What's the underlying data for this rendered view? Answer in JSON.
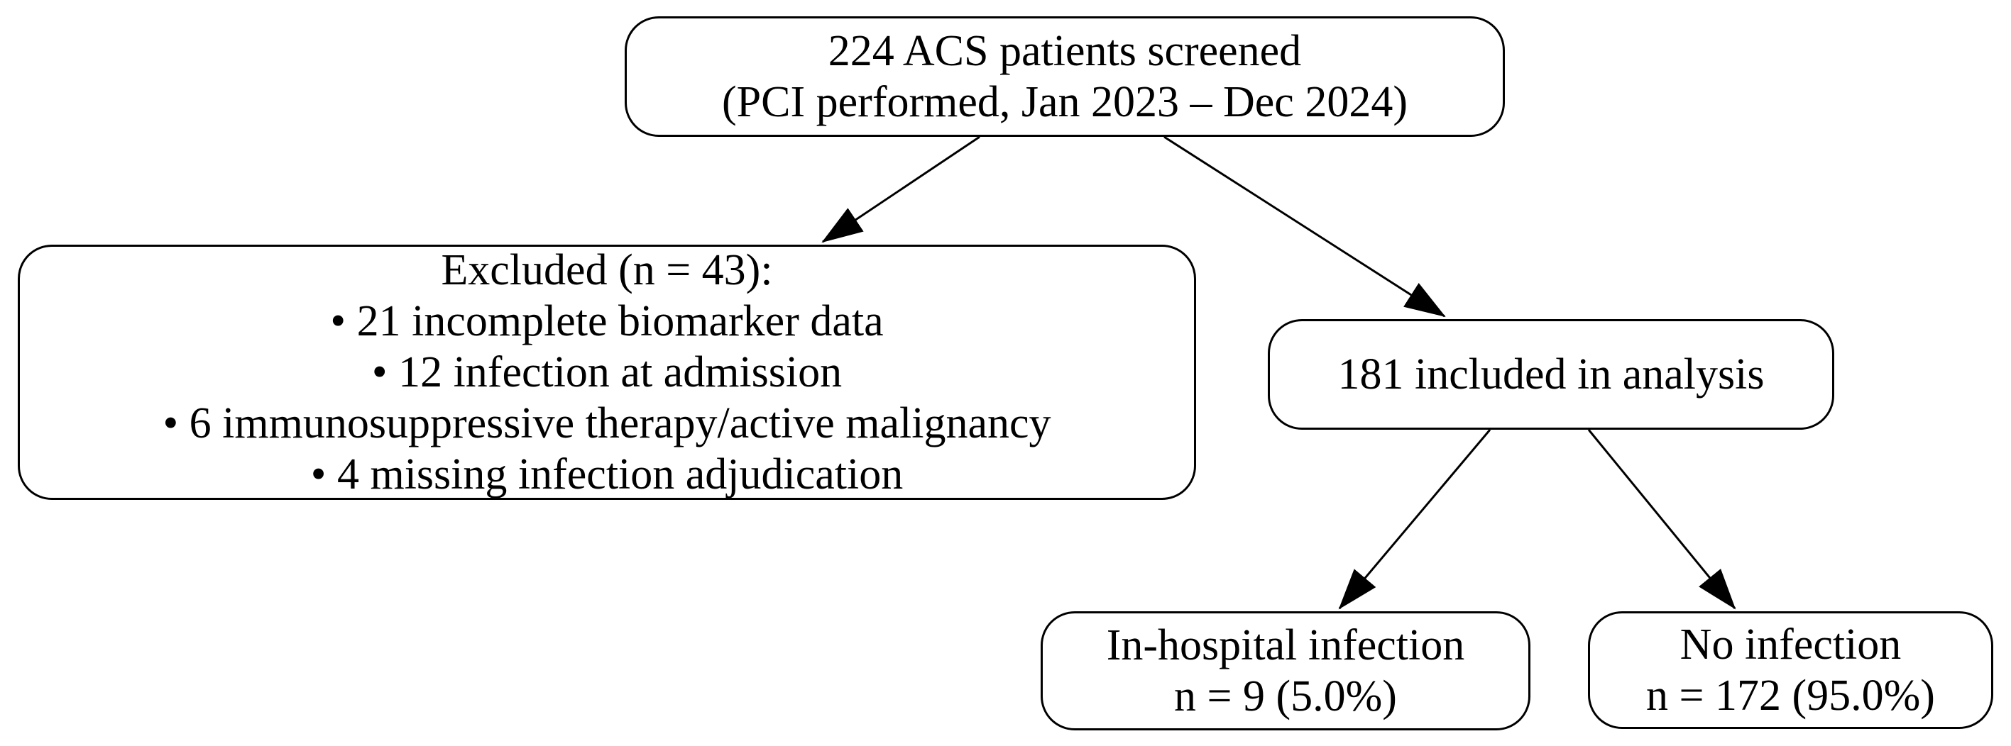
{
  "diagram": {
    "type": "flowchart",
    "background_color": "#ffffff",
    "stroke_color": "#000000",
    "text_color": "#000000",
    "nodes": {
      "screened": {
        "lines": [
          "224 ACS patients screened",
          "(PCI performed, Jan 2023 – Dec 2024)"
        ]
      },
      "excluded": {
        "lines": [
          "Excluded (n = 43):",
          "• 21 incomplete biomarker data",
          "• 12 infection at admission",
          "• 6 immunosuppressive therapy/active malignancy",
          "• 4 missing infection adjudication"
        ]
      },
      "included": {
        "lines": [
          "181 included in analysis"
        ]
      },
      "infection": {
        "lines": [
          "In-hospital infection",
          "n = 9 (5.0%)"
        ]
      },
      "no_infection": {
        "lines": [
          "No infection",
          "n = 172 (95.0%)"
        ]
      }
    },
    "edges": [
      {
        "from": "screened",
        "to": "excluded"
      },
      {
        "from": "screened",
        "to": "included"
      },
      {
        "from": "included",
        "to": "infection"
      },
      {
        "from": "included",
        "to": "no_infection"
      }
    ]
  }
}
